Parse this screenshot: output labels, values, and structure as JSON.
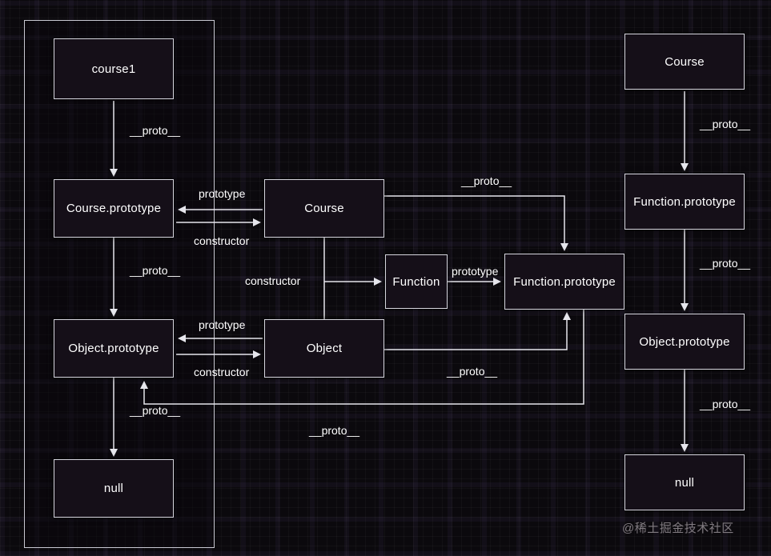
{
  "diagram": {
    "nodes": {
      "course1": {
        "label": "course1"
      },
      "course_prototype_left": {
        "label": "Course.prototype"
      },
      "object_prototype_left": {
        "label": "Object.prototype"
      },
      "null_left": {
        "label": "null"
      },
      "course_mid": {
        "label": "Course"
      },
      "function_mid": {
        "label": "Function"
      },
      "function_prototype_mid": {
        "label": "Function.prototype"
      },
      "object_mid": {
        "label": "Object"
      },
      "course_right": {
        "label": "Course"
      },
      "function_prototype_right": {
        "label": "Function.prototype"
      },
      "object_prototype_right": {
        "label": "Object.prototype"
      },
      "null_right": {
        "label": "null"
      }
    },
    "edge_labels": {
      "proto_course1": {
        "text": "__proto__"
      },
      "proto_courseproto_left": {
        "text": "__proto__"
      },
      "proto_objproto_left": {
        "text": "__proto__"
      },
      "prototype_course": {
        "text": "prototype"
      },
      "constructor_course": {
        "text": "constructor"
      },
      "proto_course_mid": {
        "text": "__proto__"
      },
      "constructor_function": {
        "text": "constructor"
      },
      "prototype_function": {
        "text": "prototype"
      },
      "prototype_object": {
        "text": "prototype"
      },
      "constructor_object": {
        "text": "constructor"
      },
      "proto_object_mid": {
        "text": "__proto__"
      },
      "proto_funcproto_mid": {
        "text": "__proto__"
      },
      "proto_course_right": {
        "text": "__proto__"
      },
      "proto_funcproto_right": {
        "text": "__proto__"
      },
      "proto_objproto_right": {
        "text": "__proto__"
      }
    },
    "edges": [
      {
        "from": "course1",
        "to": "Course.prototype",
        "label": "__proto__"
      },
      {
        "from": "Course.prototype",
        "to": "Object.prototype",
        "label": "__proto__"
      },
      {
        "from": "Object.prototype",
        "to": "null",
        "label": "__proto__"
      },
      {
        "from": "Course",
        "to": "Course.prototype",
        "label": "prototype"
      },
      {
        "from": "Course.prototype",
        "to": "Course",
        "label": "constructor"
      },
      {
        "from": "Course",
        "to": "Function.prototype",
        "label": "__proto__"
      },
      {
        "from": "Course/Object",
        "to": "Function",
        "label": "constructor"
      },
      {
        "from": "Function",
        "to": "Function.prototype",
        "label": "prototype"
      },
      {
        "from": "Object",
        "to": "Object.prototype",
        "label": "prototype"
      },
      {
        "from": "Object.prototype",
        "to": "Object",
        "label": "constructor"
      },
      {
        "from": "Object",
        "to": "Function.prototype",
        "label": "__proto__"
      },
      {
        "from": "Function.prototype",
        "to": "Object.prototype",
        "label": "__proto__"
      },
      {
        "from": "Course (right)",
        "to": "Function.prototype (right)",
        "label": "__proto__"
      },
      {
        "from": "Function.prototype (right)",
        "to": "Object.prototype (right)",
        "label": "__proto__"
      },
      {
        "from": "Object.prototype (right)",
        "to": "null (right)",
        "label": "__proto__"
      }
    ]
  },
  "watermark": {
    "text": "@稀土掘金技术社区"
  },
  "colors": {
    "background": "#0b090d",
    "box_fill": "#150f18",
    "box_border": "#d6d6de",
    "text": "#ffffff",
    "arrow": "#e6e6ec",
    "watermark": "#817b81"
  }
}
